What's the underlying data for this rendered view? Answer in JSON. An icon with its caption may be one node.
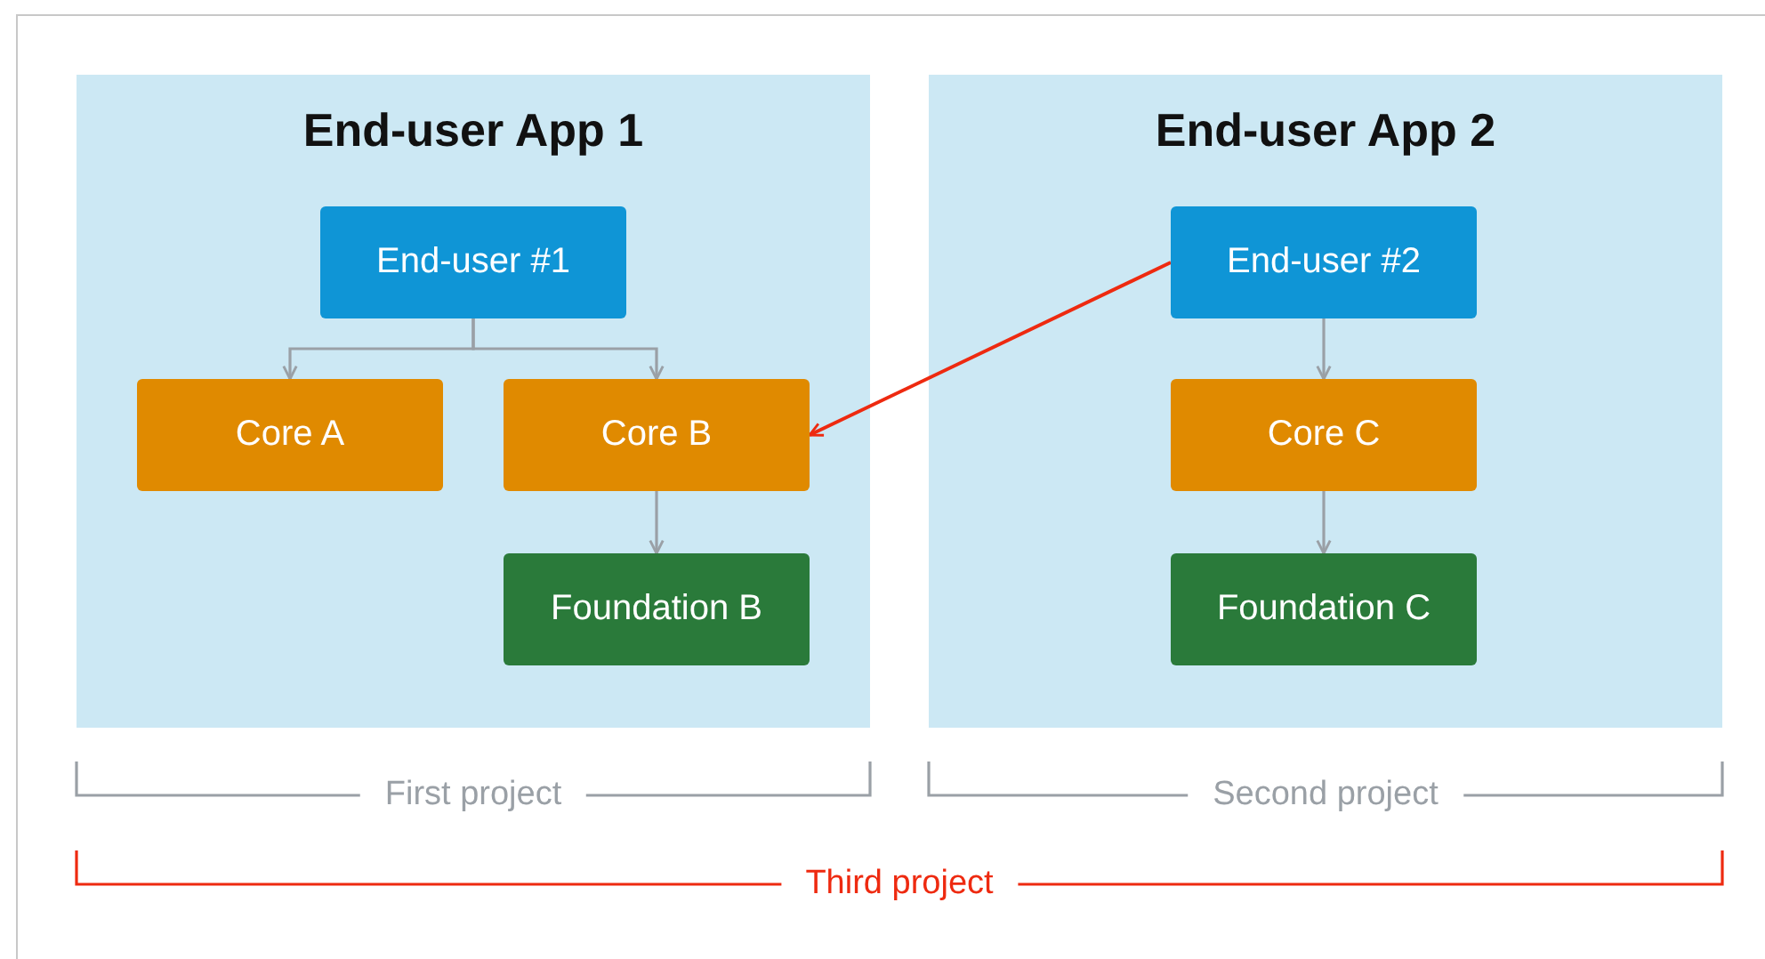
{
  "diagram": {
    "nodes": [
      {
        "text": [
          "End-user App 1"
        ]
      },
      {
        "text": [
          "End-user #1"
        ],
        "in": 0
      },
      {
        "text": [
          "Core A"
        ],
        "in": 0
      },
      {
        "text": [
          "Core B"
        ],
        "in": 0
      },
      {
        "text": [
          "Foundation B"
        ],
        "in": 0
      },
      {
        "text": [
          "End-user App 2"
        ]
      },
      {
        "text": [
          "End-user #2"
        ],
        "in": 5
      },
      {
        "text": [
          "Core C"
        ],
        "in": 5
      },
      {
        "text": [
          "Foundation C"
        ],
        "in": 5
      }
    ],
    "edges": [
      {
        "from": 1,
        "to": 2,
        "arrow": "to"
      },
      {
        "from": 1,
        "to": 3,
        "arrow": "to"
      },
      {
        "from": 3,
        "to": 4,
        "arrow": "to"
      },
      {
        "from": 6,
        "to": 3,
        "arrow": "to",
        "color": "#ee2a10"
      },
      {
        "from": 6,
        "to": 7,
        "arrow": "to"
      },
      {
        "from": 7,
        "to": 8,
        "arrow": "to"
      }
    ],
    "labels": [
      "First project",
      "Second project",
      "Third project"
    ]
  }
}
